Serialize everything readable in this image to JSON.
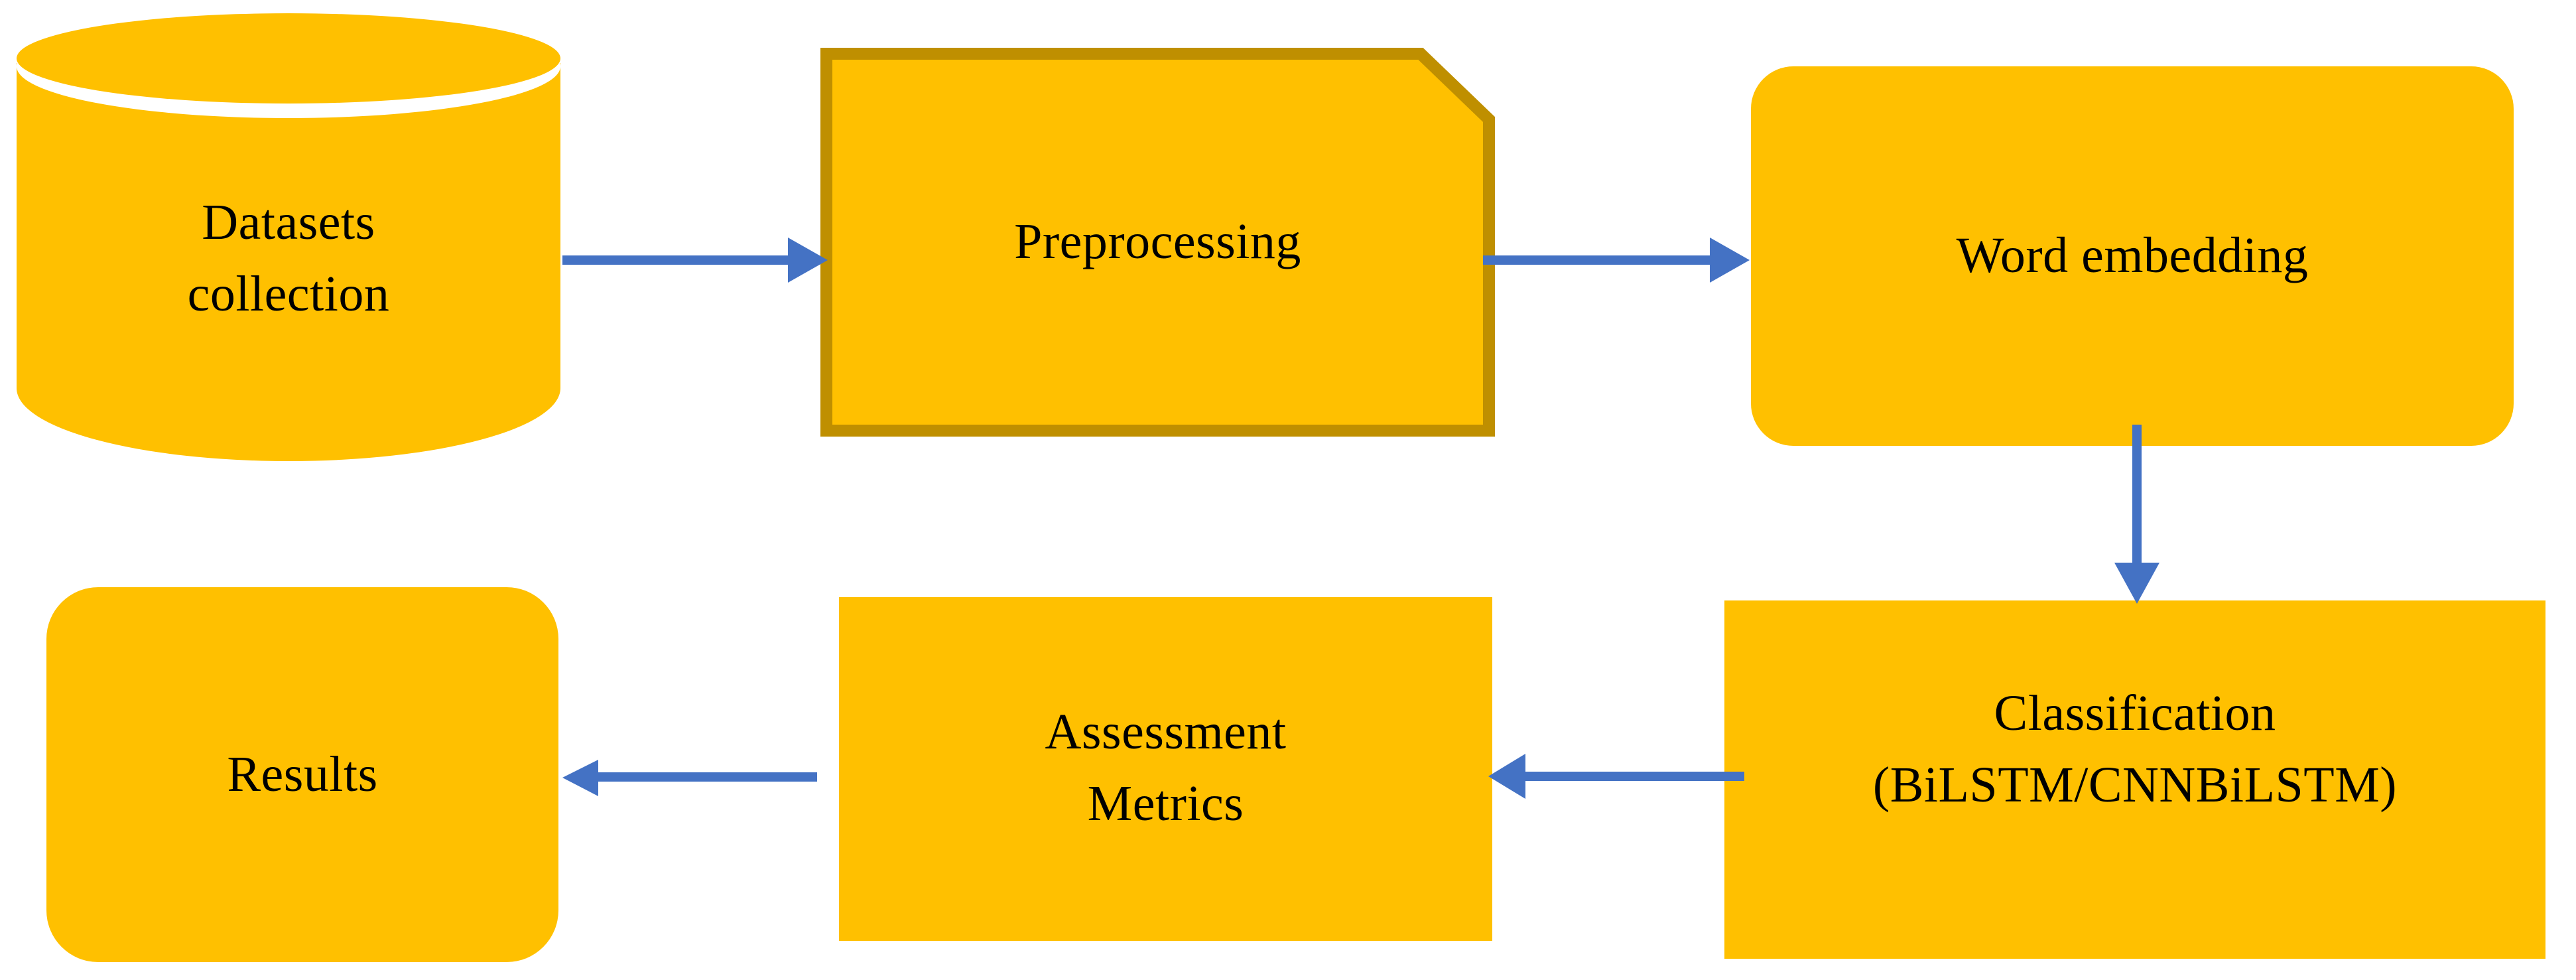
{
  "diagram": {
    "type": "flowchart",
    "title": "Proposed methodology pipeline",
    "background_color": "#FFFFFF",
    "palette": {
      "node_fill": "#FFC000",
      "node_border": "#BF8F00",
      "arrow_color": "#4472C4",
      "text_color": "#000000"
    },
    "nodes": [
      {
        "id": "datasets-collection",
        "shape": "cylinder",
        "lines": [
          "Datasets",
          "collection"
        ],
        "fill": "#FFC000",
        "border": "none"
      },
      {
        "id": "preprocessing",
        "shape": "cut-corner-rectangle",
        "lines": [
          "Preprocessing"
        ],
        "fill": "#FFC000",
        "border": "#BF8F00"
      },
      {
        "id": "word-embedding",
        "shape": "rounded-rectangle",
        "lines": [
          "Word embedding"
        ],
        "fill": "#FFC000",
        "border": "none"
      },
      {
        "id": "classification",
        "shape": "rectangle",
        "lines": [
          "Classification",
          "(BiLSTM/CNNBiLSTM)"
        ],
        "fill": "#FFC000",
        "border": "none"
      },
      {
        "id": "assessment-metrics",
        "shape": "rectangle",
        "lines": [
          "Assessment",
          "Metrics"
        ],
        "fill": "#FFC000",
        "border": "none"
      },
      {
        "id": "results",
        "shape": "rounded-rectangle",
        "lines": [
          "Results"
        ],
        "fill": "#FFC000",
        "border": "none"
      }
    ],
    "edges": [
      {
        "id": "edge-datasets-to-preprocessing",
        "from": "datasets-collection",
        "to": "preprocessing",
        "direction": "right",
        "color": "#4472C4"
      },
      {
        "id": "edge-preprocessing-to-word-embedding",
        "from": "preprocessing",
        "to": "word-embedding",
        "direction": "right",
        "color": "#4472C4"
      },
      {
        "id": "edge-word-embedding-to-classification",
        "from": "word-embedding",
        "to": "classification",
        "direction": "down",
        "color": "#4472C4"
      },
      {
        "id": "edge-classification-to-assessment",
        "from": "classification",
        "to": "assessment-metrics",
        "direction": "left",
        "color": "#4472C4"
      },
      {
        "id": "edge-assessment-to-results",
        "from": "assessment-metrics",
        "to": "results",
        "direction": "left",
        "color": "#4472C4"
      }
    ]
  },
  "labels": {
    "datasets_line1": "Datasets",
    "datasets_line2": "collection",
    "preprocessing": "Preprocessing",
    "word_embedding": "Word embedding",
    "classification_line1": "Classification",
    "classification_line2": "(BiLSTM/CNNBiLSTM)",
    "assessment_line1": "Assessment",
    "assessment_line2": "Metrics",
    "results": "Results"
  }
}
